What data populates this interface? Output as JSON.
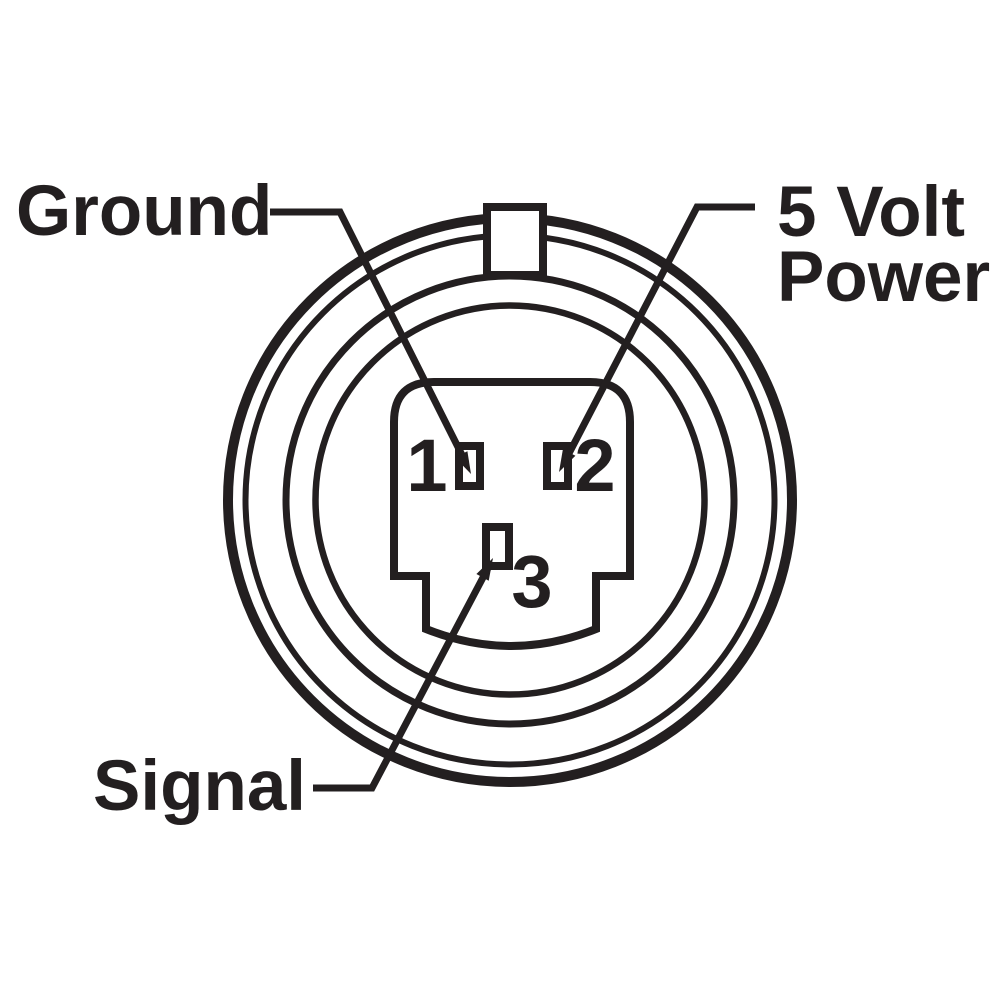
{
  "diagram": {
    "type": "connector-pinout",
    "background_color": "#ffffff",
    "line_color": "#231f20",
    "labels": {
      "ground": "Ground",
      "power_line1": "5 Volt",
      "power_line2": "Power",
      "signal": "Signal"
    },
    "pins": [
      {
        "number": "1",
        "connects_to": "Ground"
      },
      {
        "number": "2",
        "connects_to": "5 Volt Power"
      },
      {
        "number": "3",
        "connects_to": "Signal"
      }
    ]
  }
}
